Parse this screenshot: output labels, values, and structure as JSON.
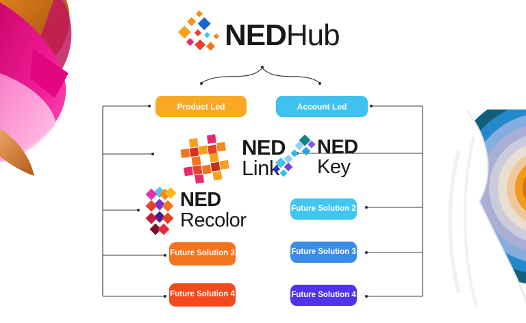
{
  "header": {
    "logo_bold": "NED",
    "logo_light": "Hub"
  },
  "branch_buttons": {
    "product_led": "Product Led",
    "account_led": "Account Led"
  },
  "products": {
    "link": {
      "bold": "NED",
      "light": "Link"
    },
    "recolor": {
      "bold": "NED",
      "light": "Recolor"
    },
    "key": {
      "bold": "NED",
      "light": "Key"
    },
    "fs3_left": "Future Solution 3",
    "fs4_left": "Future Solution 4",
    "fs2_right": "Future Solution 2",
    "fs3_right": "Future Solution 3",
    "fs4_right": "Future Solution 4"
  },
  "colors": {
    "product_led": "#F8A822",
    "account_led": "#3FC2EF",
    "fs3_left": "#F6731E",
    "fs4_left": "#F4481D",
    "fs2_right": "#40C6F0",
    "fs3_right": "#3B8BE9",
    "fs4_right": "#5134EA",
    "connector": "#3A3A3A",
    "text": "#191919"
  }
}
